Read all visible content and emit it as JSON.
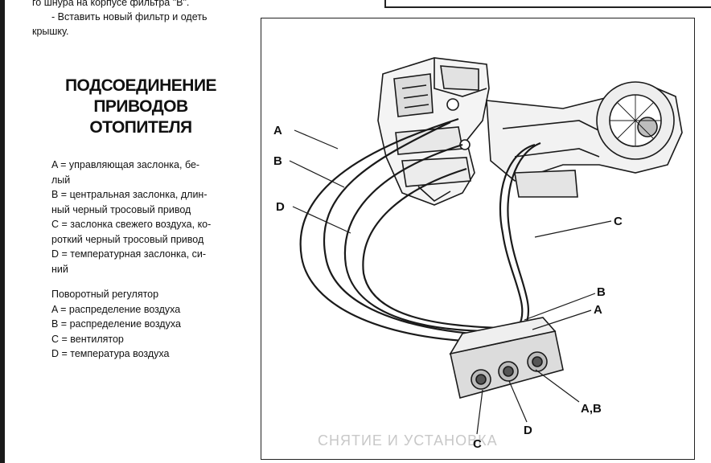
{
  "intro_lines": [
    "го шнура на корпусе фильтра \"B\".",
    "- Вставить новый фильтр и одеть",
    "крышку."
  ],
  "title_lines": [
    "ПОДСОЕДИНЕНИЕ",
    "ПРИВОДОВ",
    "ОТОПИТЕЛЯ"
  ],
  "legend_lines": [
    "A = управляющая заслонка, бе-",
    "лый",
    "B = центральная заслонка, длин-",
    "ный черный тросовый привод",
    "C = заслонка свежего воздуха, ко-",
    "роткий черный тросовый привод",
    "D = температурная заслонка, си-",
    "ний"
  ],
  "knob_lines": [
    "Поворотный регулятор",
    "A = распределение воздуха",
    "B = распределение воздуха",
    "C = вентилятор",
    "D = температура воздуха"
  ],
  "diagram_labels": {
    "a_left": "A",
    "b_left": "B",
    "d_left": "D",
    "c_right": "C",
    "b_right": "B",
    "a_right": "A",
    "ab_bottom": "A,B",
    "d_bottom": "D",
    "c_bottom": "C"
  },
  "ghost_text": "СНЯТИЕ И УСТАНОВКА"
}
